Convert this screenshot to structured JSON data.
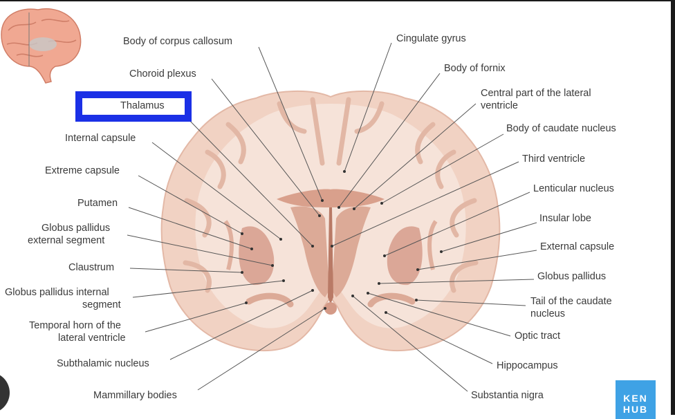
{
  "highlighted_label": "Thalamus",
  "labels_left": [
    {
      "id": "body-of-corpus-callosum",
      "text": "Body of corpus callosum"
    },
    {
      "id": "choroid-plexus",
      "text": "Choroid plexus"
    },
    {
      "id": "internal-capsule",
      "text": "Internal capsule"
    },
    {
      "id": "extreme-capsule",
      "text": "Extreme capsule"
    },
    {
      "id": "putamen",
      "text": "Putamen"
    },
    {
      "id": "globus-pallidus-external-1",
      "text": "Globus pallidus"
    },
    {
      "id": "globus-pallidus-external-2",
      "text": "external segment"
    },
    {
      "id": "claustrum",
      "text": "Claustrum"
    },
    {
      "id": "globus-pallidus-internal-1",
      "text": "Globus pallidus internal"
    },
    {
      "id": "globus-pallidus-internal-2",
      "text": "segment"
    },
    {
      "id": "temporal-horn-1",
      "text": "Temporal horn of the"
    },
    {
      "id": "temporal-horn-2",
      "text": "lateral ventricle"
    },
    {
      "id": "subthalamic-nucleus",
      "text": "Subthalamic nucleus"
    },
    {
      "id": "mammillary-bodies",
      "text": "Mammillary bodies"
    }
  ],
  "labels_right": [
    {
      "id": "cingulate-gyrus",
      "text": "Cingulate gyrus"
    },
    {
      "id": "body-of-fornix",
      "text": "Body of fornix"
    },
    {
      "id": "central-part-lateral-ventricle-1",
      "text": "Central part of the lateral"
    },
    {
      "id": "central-part-lateral-ventricle-2",
      "text": "ventricle"
    },
    {
      "id": "body-of-caudate-nucleus",
      "text": "Body of caudate nucleus"
    },
    {
      "id": "third-ventricle",
      "text": "Third ventricle"
    },
    {
      "id": "lenticular-nucleus",
      "text": "Lenticular nucleus"
    },
    {
      "id": "insular-lobe",
      "text": "Insular lobe"
    },
    {
      "id": "external-capsule",
      "text": "External capsule"
    },
    {
      "id": "globus-pallidus",
      "text": "Globus pallidus"
    },
    {
      "id": "tail-caudate-1",
      "text": "Tail of the caudate"
    },
    {
      "id": "tail-caudate-2",
      "text": "nucleus"
    },
    {
      "id": "optic-tract",
      "text": "Optic tract"
    },
    {
      "id": "hippocampus",
      "text": "Hippocampus"
    },
    {
      "id": "substantia-nigra",
      "text": "Substantia nigra"
    }
  ],
  "logo": {
    "line1": "KEN",
    "line2": "HUB"
  },
  "colors": {
    "highlight": "#1b30e6",
    "brain": "#f1d2c3",
    "gyri": "#f6e3d9",
    "deep": "#d9a08c",
    "logo": "#3fa2e5"
  }
}
